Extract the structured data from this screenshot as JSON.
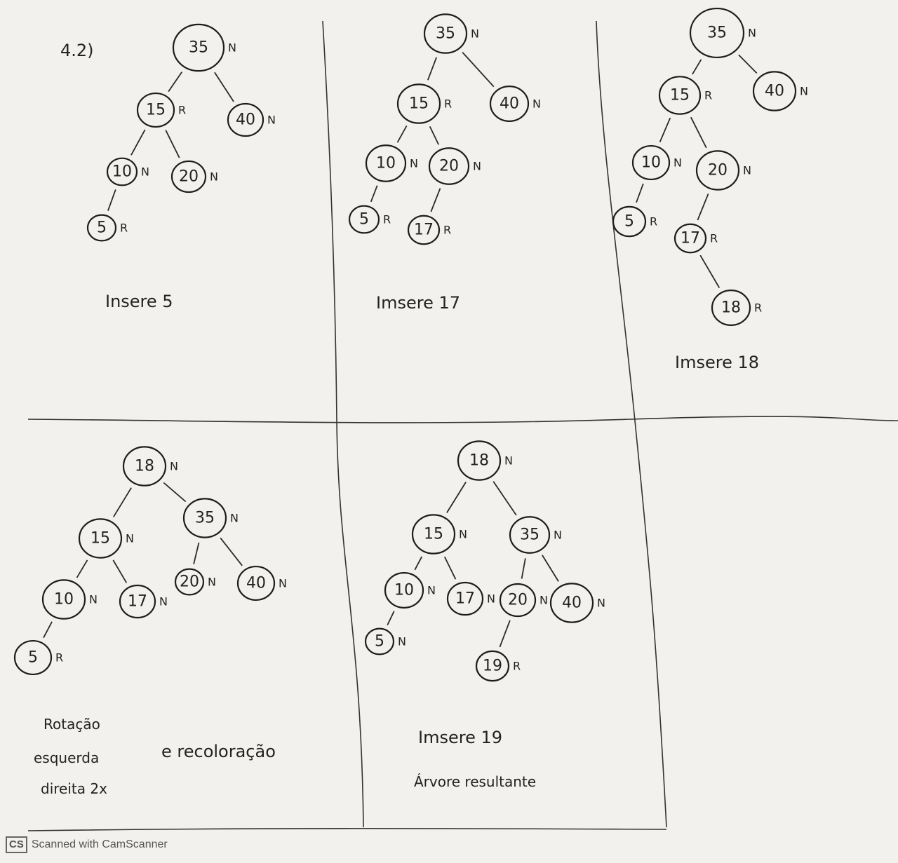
{
  "exercise_label": "4.2)",
  "panels": [
    {
      "caption": "Insere 5",
      "nodes": [
        {
          "id": "35",
          "color": "N"
        },
        {
          "id": "15",
          "color": "R"
        },
        {
          "id": "40",
          "color": "N"
        },
        {
          "id": "10",
          "color": "N"
        },
        {
          "id": "20",
          "color": "N"
        },
        {
          "id": "5",
          "color": "R"
        }
      ]
    },
    {
      "caption": "Imsere 17",
      "nodes": [
        {
          "id": "35",
          "color": "N"
        },
        {
          "id": "15",
          "color": "R"
        },
        {
          "id": "40",
          "color": "N"
        },
        {
          "id": "10",
          "color": "N"
        },
        {
          "id": "20",
          "color": "N"
        },
        {
          "id": "5",
          "color": "R"
        },
        {
          "id": "17",
          "color": "R"
        }
      ]
    },
    {
      "caption": "Imsere 18",
      "nodes": [
        {
          "id": "35",
          "color": "N"
        },
        {
          "id": "15",
          "color": "R"
        },
        {
          "id": "40",
          "color": "N"
        },
        {
          "id": "10",
          "color": "N"
        },
        {
          "id": "20",
          "color": "N"
        },
        {
          "id": "5",
          "color": "R"
        },
        {
          "id": "17",
          "color": "R"
        },
        {
          "id": "18",
          "color": "R"
        }
      ]
    },
    {
      "caption_lines": [
        "Rotação",
        "esquerda",
        "direita 2x"
      ],
      "caption_extra": "e recoloração",
      "nodes": [
        {
          "id": "18",
          "color": "N"
        },
        {
          "id": "15",
          "color": "N"
        },
        {
          "id": "35",
          "color": "N"
        },
        {
          "id": "10",
          "color": "N"
        },
        {
          "id": "17",
          "color": "N"
        },
        {
          "id": "20",
          "color": "N"
        },
        {
          "id": "40",
          "color": "N"
        },
        {
          "id": "5",
          "color": "R"
        }
      ]
    },
    {
      "caption": "Imsere 19",
      "caption2": "Árvore resultante",
      "nodes": [
        {
          "id": "18",
          "color": "N"
        },
        {
          "id": "15",
          "color": "N"
        },
        {
          "id": "35",
          "color": "N"
        },
        {
          "id": "10",
          "color": "N"
        },
        {
          "id": "17",
          "color": "N"
        },
        {
          "id": "20",
          "color": "N"
        },
        {
          "id": "40",
          "color": "N"
        },
        {
          "id": "5",
          "color": "N"
        },
        {
          "id": "19",
          "color": "R"
        }
      ]
    }
  ],
  "footer": {
    "logo": "CS",
    "text": "Scanned with CamScanner"
  }
}
